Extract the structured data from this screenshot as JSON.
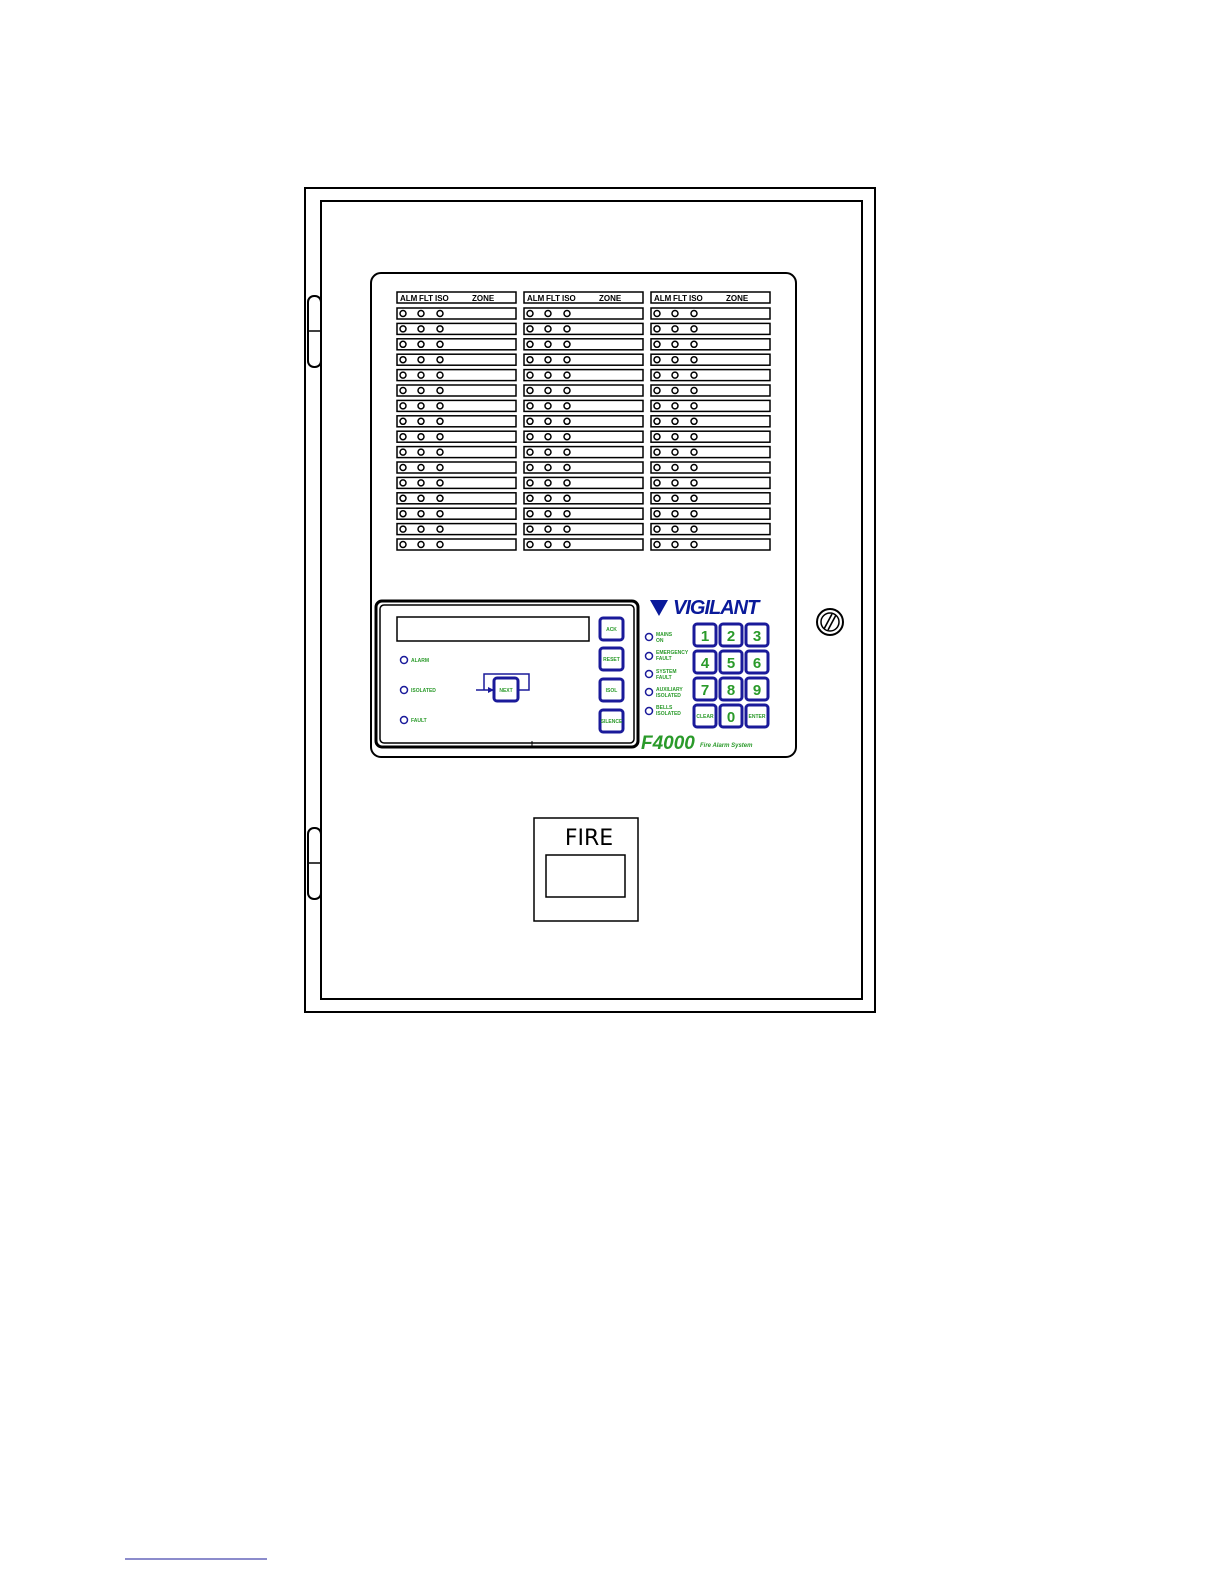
{
  "zone_columns": [
    {
      "headers": {
        "alarm": "ALM",
        "fault": "FLT",
        "isolate": "ISO",
        "zone": "ZONE"
      }
    },
    {
      "headers": {
        "alarm": "ALM",
        "fault": "FLT",
        "isolate": "ISO",
        "zone": "ZONE"
      }
    },
    {
      "headers": {
        "alarm": "ALM",
        "fault": "FLT",
        "isolate": "ISO",
        "zone": "ZONE"
      }
    }
  ],
  "zone_rows_per_column": 16,
  "display_panel": {
    "indicators": [
      "ALARM",
      "ISOLATED",
      "FAULT"
    ],
    "next_button": "NEXT",
    "side_buttons": [
      "ACK",
      "RESET",
      "ISOL",
      "SILENCE"
    ]
  },
  "status_indicators": [
    {
      "line1": "MAINS",
      "line2": "ON"
    },
    {
      "line1": "EMERGENCY",
      "line2": "FAULT"
    },
    {
      "line1": "SYSTEM",
      "line2": "FAULT"
    },
    {
      "line1": "AUXILIARY",
      "line2": "ISOLATED"
    },
    {
      "line1": "BELLS",
      "line2": "ISOLATED"
    }
  ],
  "keypad": {
    "keys": [
      "1",
      "2",
      "3",
      "4",
      "5",
      "6",
      "7",
      "8",
      "9",
      "CLEAR",
      "0",
      "ENTER"
    ]
  },
  "brand": "VIGILANT",
  "model": "F4000",
  "model_caption": "Fire Alarm System",
  "fire_label": "FIRE",
  "colors": {
    "brand_blue": "#0a1a9a",
    "label_green": "#2a9a2a",
    "outline": "#000000"
  }
}
